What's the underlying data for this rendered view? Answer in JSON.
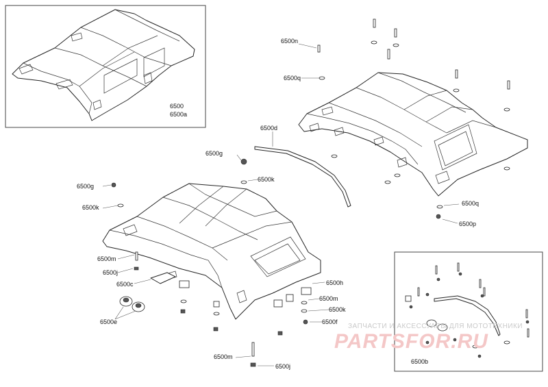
{
  "labels": {
    "l6500": "6500",
    "l6500a": "6500a",
    "l6500b": "6500b",
    "l6500c": "6500c",
    "l6500d": "6500d",
    "l6500e": "6500e",
    "l6500f": "6500f",
    "l6500g_top": "6500g",
    "l6500g_left": "6500g",
    "l6500h": "6500h",
    "l6500j_left": "6500j",
    "l6500j_bottom": "6500j",
    "l6500k_top": "6500k",
    "l6500k_left": "6500k",
    "l6500k_right": "6500k",
    "l6500m_left": "6500m",
    "l6500m_right": "6500m",
    "l6500m_bottom": "6500m",
    "l6500n": "6500n",
    "l6500p": "6500p",
    "l6500q_top": "6500q",
    "l6500q_right": "6500q"
  },
  "watermark": {
    "caption": "ЗАПЧАСТИ И АКСЕССУАРЫ ДЛЯ МОТОТЕХНИКИ",
    "brand": "PARTSFOR.RU"
  },
  "colors": {
    "line": "#222222",
    "watermark_text": "#c9c9c9",
    "watermark_brand": "#f4c7c7"
  }
}
